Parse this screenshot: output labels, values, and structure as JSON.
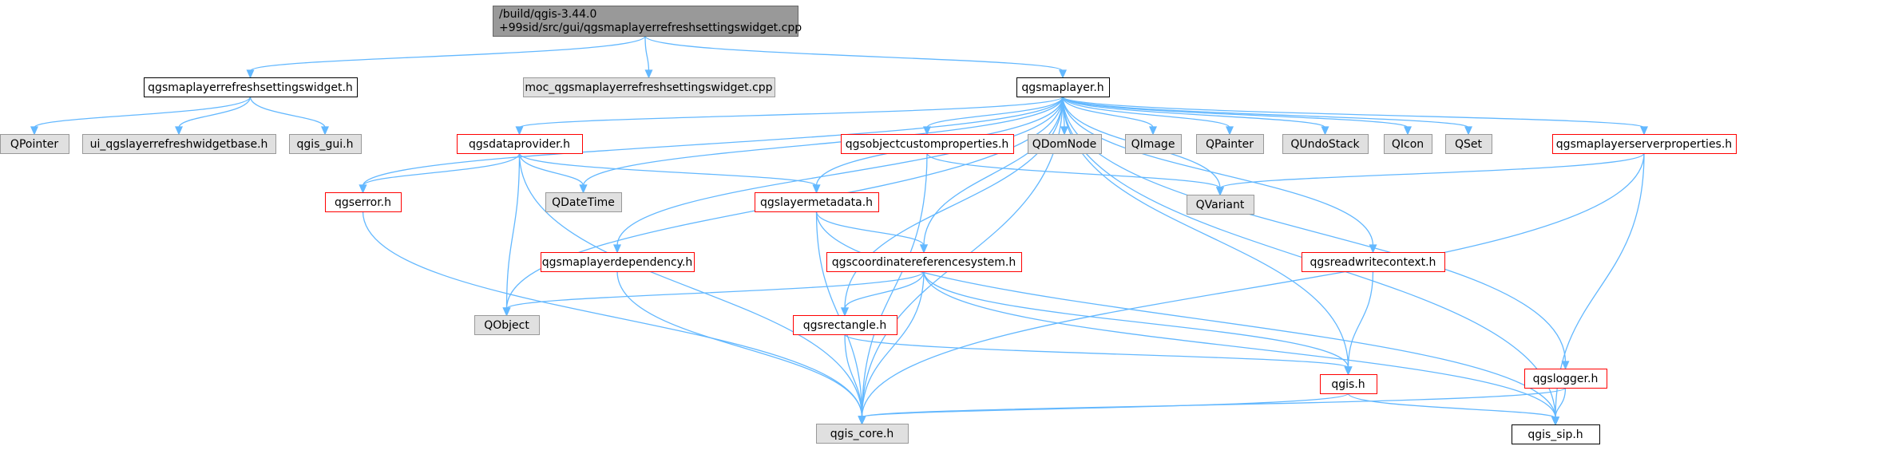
{
  "colors": {
    "edge": "#63b8ff",
    "root_fill": "#999999",
    "root_border": "#666666",
    "external_fill": "#e0e0e0",
    "external_border": "#999999",
    "documented_fill": "#ffffff",
    "documented_border": "#000000",
    "incomplete_fill": "#ffffff",
    "incomplete_border": "#ff0000"
  },
  "nodes": [
    {
      "id": "root",
      "label": "/build/qgis-3.44.0\n+99sid/src/gui/qgsmaplayerrefreshsettingswidget.cpp",
      "kind": "root"
    },
    {
      "id": "widget_h",
      "label": "qgsmaplayerrefreshsettingswidget.h",
      "kind": "documented"
    },
    {
      "id": "moc",
      "label": "moc_qgsmaplayerrefreshsettingswidget.cpp",
      "kind": "external"
    },
    {
      "id": "maplayer_h",
      "label": "qgsmaplayer.h",
      "kind": "documented"
    },
    {
      "id": "qpointer",
      "label": "QPointer",
      "kind": "external"
    },
    {
      "id": "ui_base",
      "label": "ui_qgslayerrefreshwidgetbase.h",
      "kind": "external"
    },
    {
      "id": "qgis_gui",
      "label": "qgis_gui.h",
      "kind": "external"
    },
    {
      "id": "dataprovider",
      "label": "qgsdataprovider.h",
      "kind": "incomplete"
    },
    {
      "id": "objcustom",
      "label": "qgsobjectcustomproperties.h",
      "kind": "incomplete"
    },
    {
      "id": "qdomnode",
      "label": "QDomNode",
      "kind": "external"
    },
    {
      "id": "qimage",
      "label": "QImage",
      "kind": "external"
    },
    {
      "id": "qpainter",
      "label": "QPainter",
      "kind": "external"
    },
    {
      "id": "qundostack",
      "label": "QUndoStack",
      "kind": "external"
    },
    {
      "id": "qicon",
      "label": "QIcon",
      "kind": "external"
    },
    {
      "id": "qset",
      "label": "QSet",
      "kind": "external"
    },
    {
      "id": "serverprops",
      "label": "qgsmaplayerserverproperties.h",
      "kind": "incomplete"
    },
    {
      "id": "qgserror",
      "label": "qgserror.h",
      "kind": "incomplete"
    },
    {
      "id": "qdatetime",
      "label": "QDateTime",
      "kind": "external"
    },
    {
      "id": "layermeta",
      "label": "qgslayermetadata.h",
      "kind": "incomplete"
    },
    {
      "id": "qvariant",
      "label": "QVariant",
      "kind": "external"
    },
    {
      "id": "dependency",
      "label": "qgsmaplayerdependency.h",
      "kind": "incomplete"
    },
    {
      "id": "crs",
      "label": "qgscoordinatereferencesystem.h",
      "kind": "incomplete"
    },
    {
      "id": "readwrite",
      "label": "qgsreadwritecontext.h",
      "kind": "incomplete"
    },
    {
      "id": "qobject",
      "label": "QObject",
      "kind": "external"
    },
    {
      "id": "rectangle",
      "label": "qgsrectangle.h",
      "kind": "incomplete"
    },
    {
      "id": "qgis_h",
      "label": "qgis.h",
      "kind": "incomplete"
    },
    {
      "id": "logger",
      "label": "qgslogger.h",
      "kind": "incomplete"
    },
    {
      "id": "qgis_core",
      "label": "qgis_core.h",
      "kind": "external"
    },
    {
      "id": "qgis_sip",
      "label": "qgis_sip.h",
      "kind": "documented"
    }
  ],
  "edges": [
    [
      "root",
      "widget_h"
    ],
    [
      "root",
      "moc"
    ],
    [
      "root",
      "maplayer_h"
    ],
    [
      "widget_h",
      "qpointer"
    ],
    [
      "widget_h",
      "ui_base"
    ],
    [
      "widget_h",
      "qgis_gui"
    ],
    [
      "maplayer_h",
      "dataprovider"
    ],
    [
      "maplayer_h",
      "objcustom"
    ],
    [
      "maplayer_h",
      "qdomnode"
    ],
    [
      "maplayer_h",
      "qimage"
    ],
    [
      "maplayer_h",
      "qpainter"
    ],
    [
      "maplayer_h",
      "qundostack"
    ],
    [
      "maplayer_h",
      "qicon"
    ],
    [
      "maplayer_h",
      "qset"
    ],
    [
      "maplayer_h",
      "serverprops"
    ],
    [
      "maplayer_h",
      "qgserror"
    ],
    [
      "maplayer_h",
      "qdatetime"
    ],
    [
      "maplayer_h",
      "layermeta"
    ],
    [
      "maplayer_h",
      "qvariant"
    ],
    [
      "maplayer_h",
      "dependency"
    ],
    [
      "maplayer_h",
      "crs"
    ],
    [
      "maplayer_h",
      "readwrite"
    ],
    [
      "maplayer_h",
      "qobject"
    ],
    [
      "maplayer_h",
      "rectangle"
    ],
    [
      "maplayer_h",
      "qgis_h"
    ],
    [
      "maplayer_h",
      "logger"
    ],
    [
      "maplayer_h",
      "qgis_core"
    ],
    [
      "maplayer_h",
      "qgis_sip"
    ],
    [
      "dataprovider",
      "qgserror"
    ],
    [
      "dataprovider",
      "qdatetime"
    ],
    [
      "dataprovider",
      "layermeta"
    ],
    [
      "dataprovider",
      "qobject"
    ],
    [
      "dataprovider",
      "qgis_core"
    ],
    [
      "objcustom",
      "qvariant"
    ],
    [
      "objcustom",
      "qgis_core"
    ],
    [
      "serverprops",
      "qvariant"
    ],
    [
      "serverprops",
      "qgis_core"
    ],
    [
      "serverprops",
      "qgis_sip"
    ],
    [
      "qgserror",
      "qgis_core"
    ],
    [
      "layermeta",
      "crs"
    ],
    [
      "layermeta",
      "qgis_core"
    ],
    [
      "layermeta",
      "qgis_sip"
    ],
    [
      "dependency",
      "qgis_core"
    ],
    [
      "crs",
      "qobject"
    ],
    [
      "crs",
      "rectangle"
    ],
    [
      "crs",
      "qgis_h"
    ],
    [
      "crs",
      "qgis_core"
    ],
    [
      "crs",
      "qgis_sip"
    ],
    [
      "readwrite",
      "qgis_h"
    ],
    [
      "rectangle",
      "qgis_h"
    ],
    [
      "rectangle",
      "qgis_core"
    ],
    [
      "qgis_h",
      "qgis_core"
    ],
    [
      "qgis_h",
      "qgis_sip"
    ],
    [
      "logger",
      "qgis_core"
    ],
    [
      "logger",
      "qgis_sip"
    ]
  ]
}
